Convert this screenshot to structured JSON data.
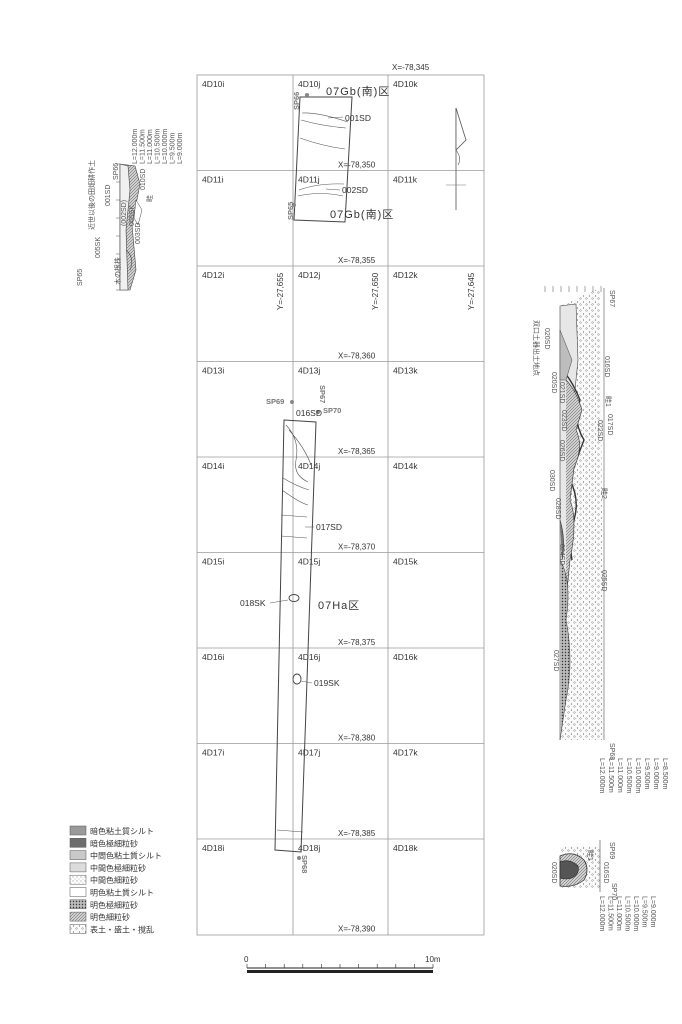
{
  "grid": {
    "top_coord": "X=-78,345",
    "cells": [
      [
        "4D10i",
        "4D10j",
        "4D10k"
      ],
      [
        "4D11i",
        "4D11j",
        "4D11k"
      ],
      [
        "4D12i",
        "4D12j",
        "4D12k"
      ],
      [
        "4D13i",
        "4D13j",
        "4D13k"
      ],
      [
        "4D14i",
        "4D14j",
        "4D14k"
      ],
      [
        "4D15i",
        "4D15j",
        "4D15k"
      ],
      [
        "4D16i",
        "4D16j",
        "4D16k"
      ],
      [
        "4D17i",
        "4D17j",
        "4D17k"
      ],
      [
        "4D18i",
        "4D18j",
        "4D18k"
      ]
    ],
    "x_coords": [
      "X=-78,350",
      "X=-78,355",
      "X=-78,360",
      "X=-78,365",
      "X=-78,370",
      "X=-78,375",
      "X=-78,380",
      "X=-78,385",
      "X=-78,390"
    ],
    "y_coords": [
      "Y=-27,655",
      "Y=-27,650",
      "Y=-27,645"
    ]
  },
  "areas": {
    "gb_upper": "07Gb(南)区",
    "gb_lower": "07Gb(南)区",
    "ha": "07Ha区"
  },
  "features": {
    "sd001": "001SD",
    "sd002": "002SD",
    "sd016": "016SD",
    "sd017": "017SD",
    "sk018": "018SK",
    "sk019": "019SK"
  },
  "section_points": {
    "sp66": "SP66",
    "sp65": "SP65",
    "sp69": "SP69",
    "sp70": "SP70",
    "sp67": "SP67",
    "sp68": "SP68"
  },
  "left_section": {
    "sp_top": "SP66",
    "sp_bottom": "SP65",
    "levels": [
      "L=12.000m",
      "L=11.500m",
      "L=11.000m",
      "L=10.500m",
      "L=10.000m",
      "L=9.500m",
      "L=9.000m"
    ],
    "labels": [
      "近世以後の田畑耕作土",
      "001SD",
      "010SD",
      "005SK",
      "(002SD)",
      "003SD",
      "畦",
      "005SK",
      "木の根株"
    ]
  },
  "right_section": {
    "sp_top": "SP67",
    "sp_bottom": "SP68",
    "levels": [
      "L=12.000m",
      "L=11.500m",
      "L=11.000m",
      "L=10.500m",
      "L=10.000m",
      "L=9.500m",
      "L=9.000m",
      "L=8.500m"
    ],
    "labels": [
      "双口土器出土地点",
      "020SD",
      "020SD",
      "016SD",
      "021SD",
      "畦1",
      "017SD",
      "022SD",
      "023SD",
      "026SD",
      "030SD",
      "畦2",
      "028SD",
      "024SD",
      "025SD",
      "027SD"
    ]
  },
  "small_section": {
    "sp_top": "SP69",
    "sp_bottom": "SP70",
    "levels": [
      "L=12.000m",
      "L=11.500m",
      "L=11.000m",
      "L=10.500m",
      "L=10.000m",
      "L=9.500m",
      "L=9.000m"
    ],
    "labels": [
      "畦1",
      "016SD",
      "020SD"
    ]
  },
  "legend": [
    {
      "label": "暗色粘土質シルト",
      "fill": "#9a9a9a"
    },
    {
      "label": "暗色極細粒砂",
      "fill": "#6e6e6e"
    },
    {
      "label": "中間色粘土質シルト",
      "fill": "#c9c9c9"
    },
    {
      "label": "中間色極細粒砂",
      "fill": "#dcdcdc"
    },
    {
      "label": "中間色細粒砂",
      "fill": "#efefef"
    },
    {
      "label": "明色粘土質シルト",
      "fill": "#ffffff"
    },
    {
      "label": "明色極細粒砂",
      "fill": "#8a8a8a"
    },
    {
      "label": "明色細粒砂",
      "fill": "#bdbdbd"
    },
    {
      "label": "表土・盛土・撹乱",
      "fill": "#f5f5f5"
    }
  ],
  "scale": {
    "start": "0",
    "end": "10m"
  }
}
